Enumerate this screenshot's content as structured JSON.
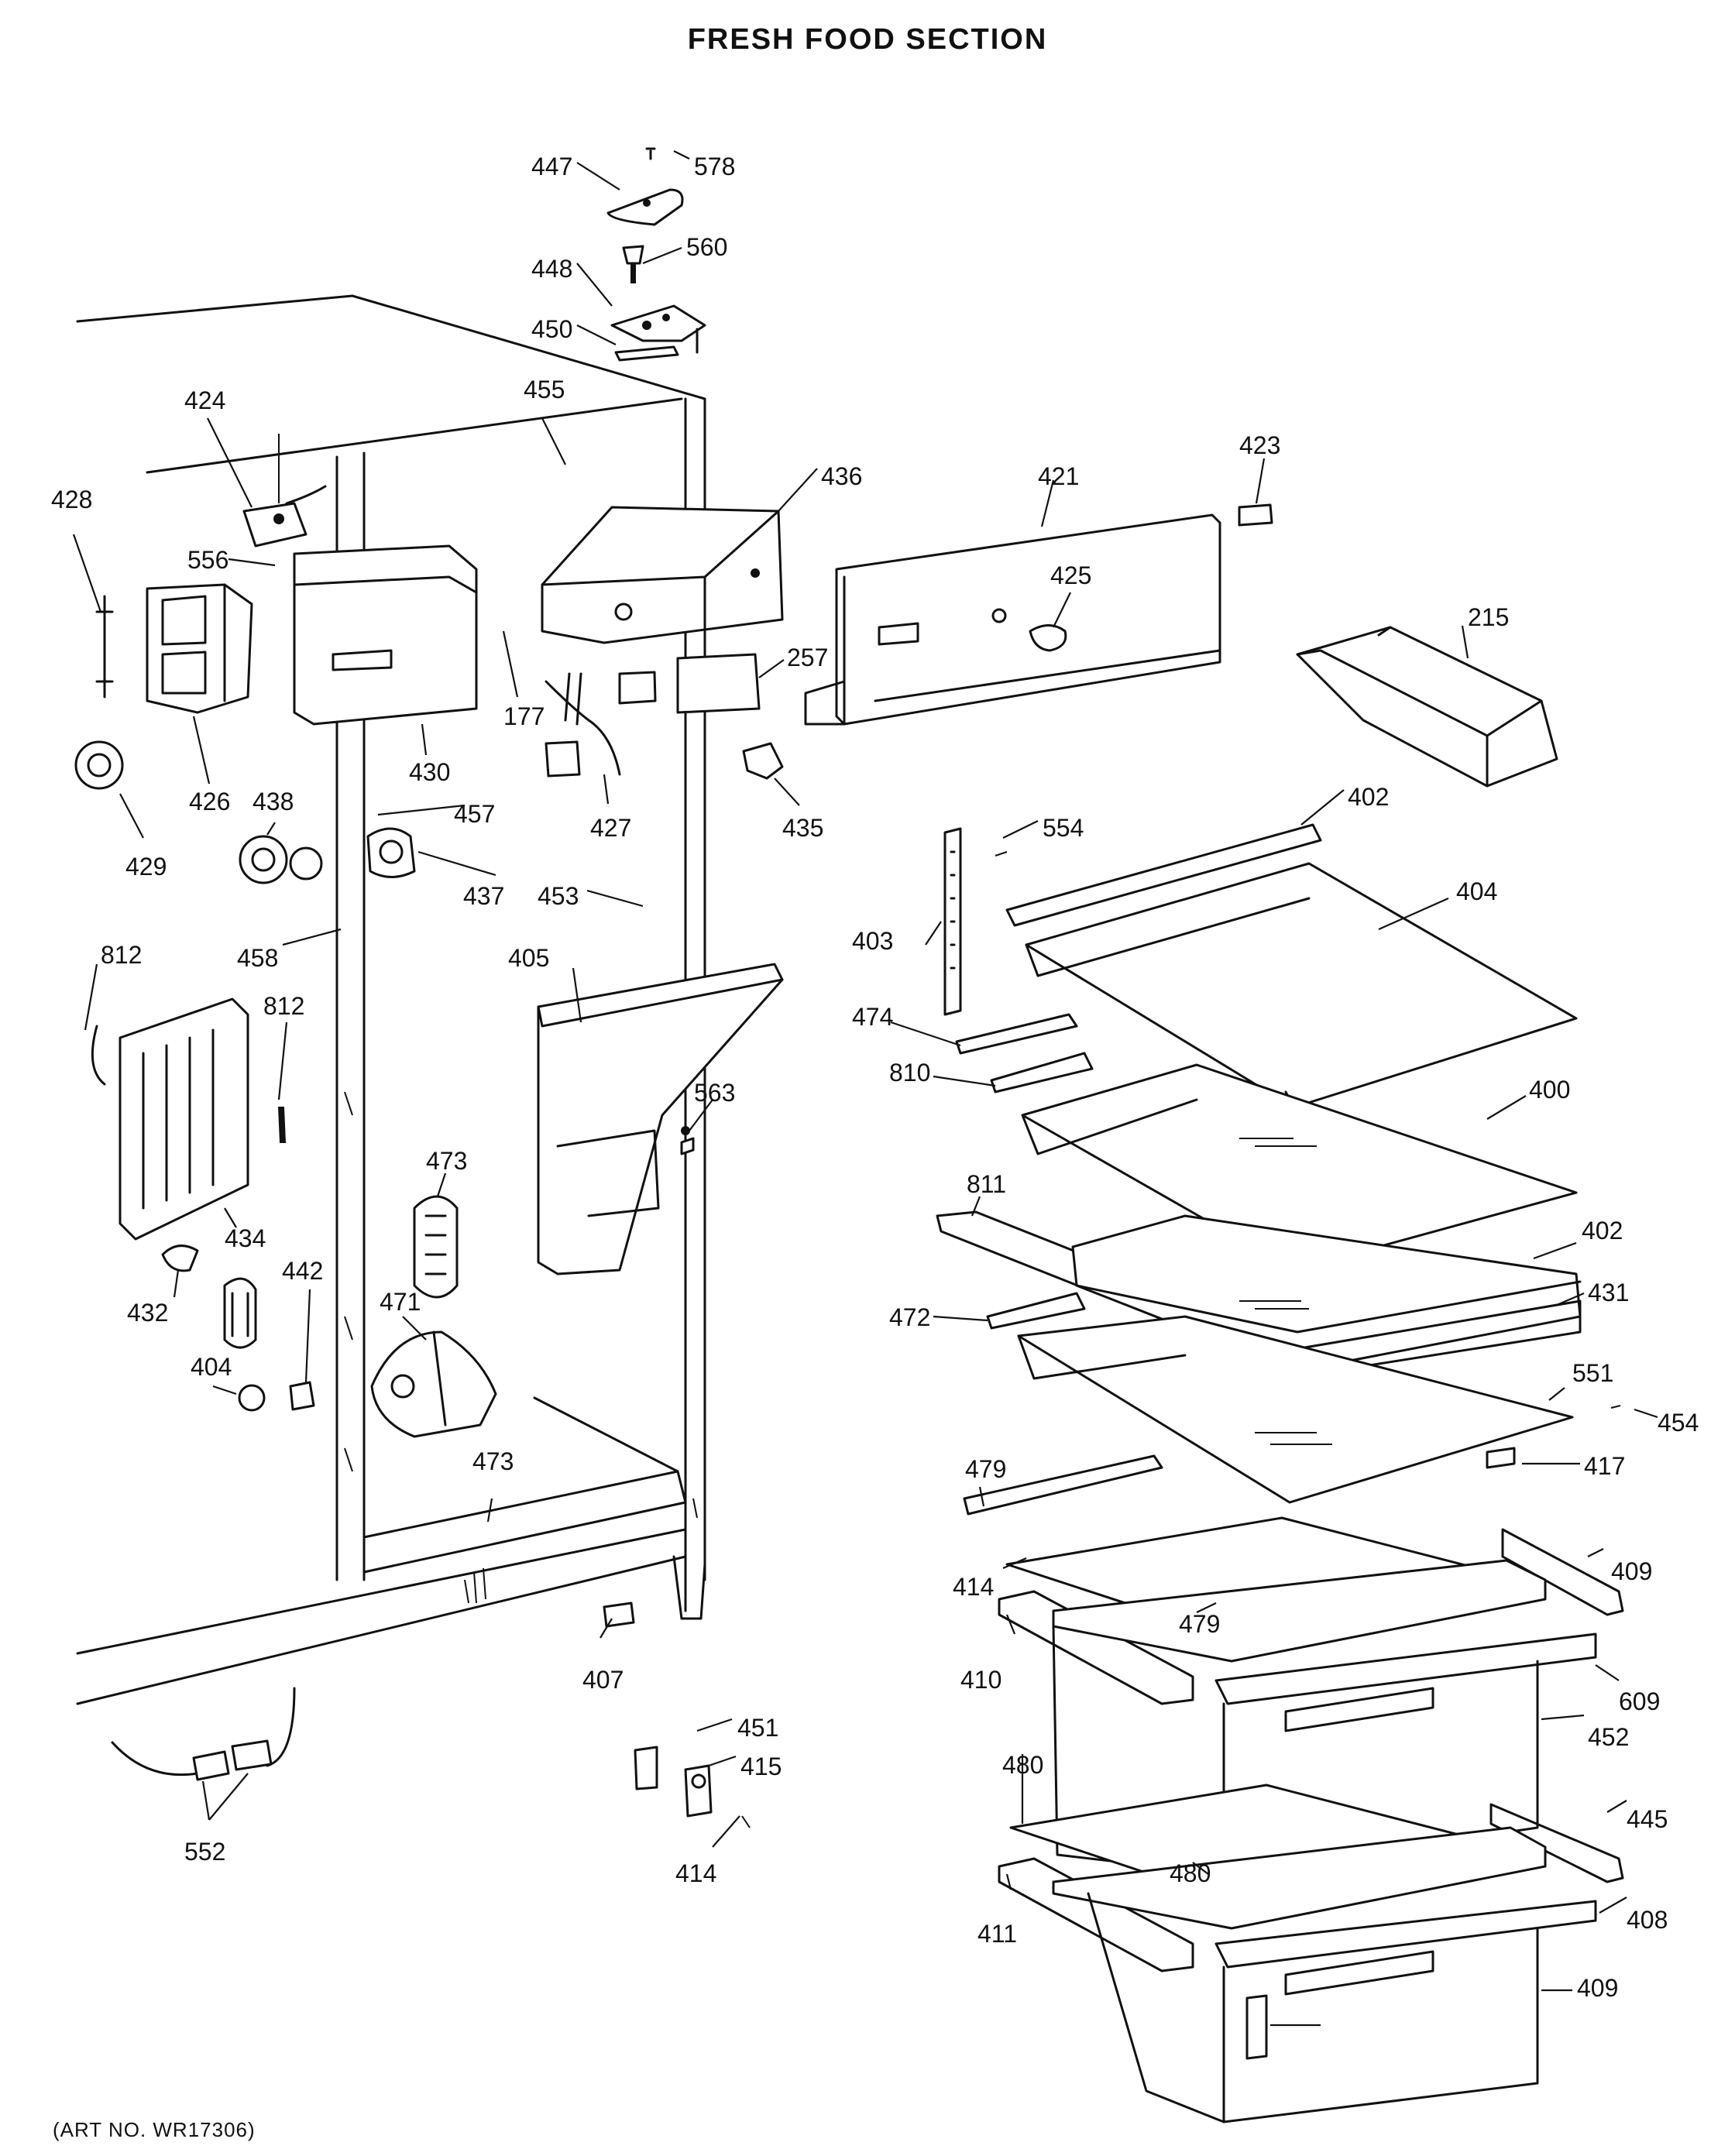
{
  "title": "FRESH FOOD SECTION",
  "footer": "(ART NO. WR17306)",
  "labels": [
    "447",
    "578",
    "560",
    "448",
    "450",
    "455",
    "424",
    "428",
    "556",
    "436",
    "421",
    "423",
    "425",
    "215",
    "426",
    "430",
    "177",
    "257",
    "438",
    "429",
    "457",
    "427",
    "435",
    "437",
    "453",
    "554",
    "402",
    "458",
    "405",
    "404",
    "403",
    "812",
    "812",
    "474",
    "563",
    "400",
    "810",
    "434",
    "473",
    "811",
    "432",
    "442",
    "471",
    "402",
    "472",
    "431",
    "404",
    "551",
    "454",
    "473",
    "417",
    "479",
    "409",
    "414",
    "479",
    "410",
    "609",
    "407",
    "452",
    "451",
    "415",
    "480",
    "445",
    "552",
    "414",
    "480",
    "411",
    "408",
    "409"
  ]
}
